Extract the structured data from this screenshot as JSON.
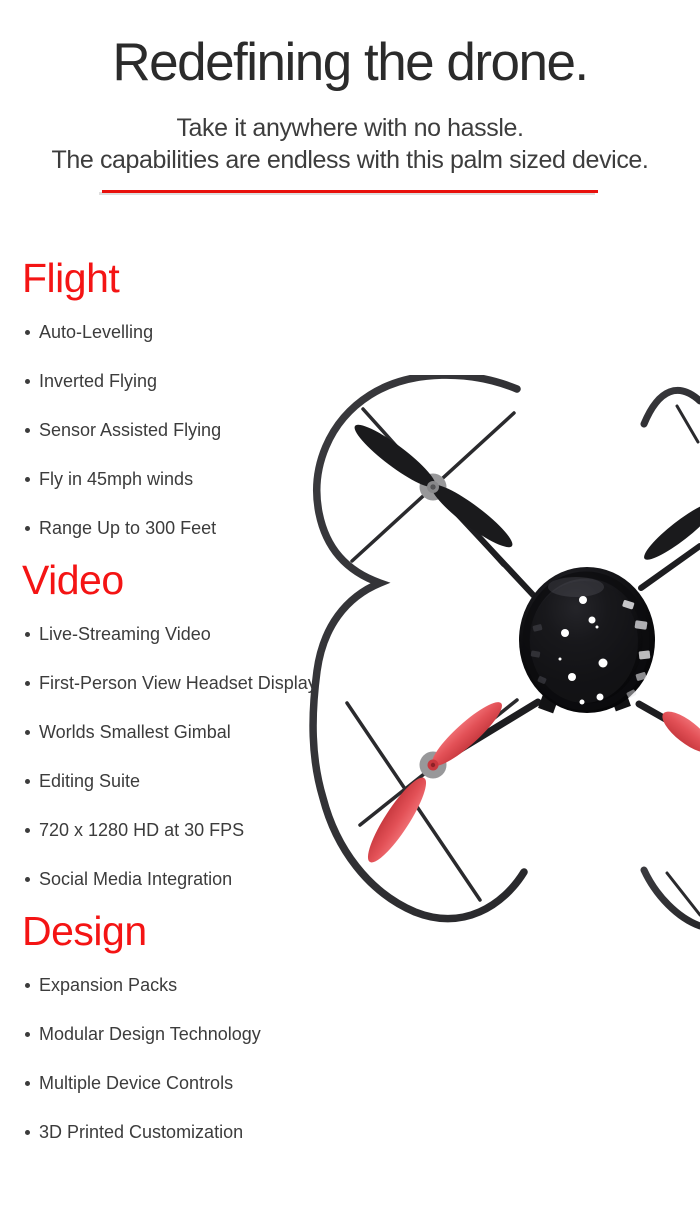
{
  "page": {
    "background": "#ffffff",
    "accent_heading_red": "#f41414",
    "divider_red": "#e8100c"
  },
  "header": {
    "title": "Redefining the drone.",
    "subtitle_line1": "Take it anywhere with no hassle.",
    "subtitle_line2": "The capabilities are endless with this palm sized device."
  },
  "sections": [
    {
      "heading": "Flight",
      "items": [
        "Auto-Levelling",
        "Inverted Flying",
        "Sensor Assisted Flying",
        "Fly in 45mph winds",
        "Range Up to 300 Feet"
      ]
    },
    {
      "heading": "Video",
      "items": [
        "Live-Streaming Video",
        "First-Person View Headset Display",
        "Worlds Smallest Gimbal",
        "Editing Suite",
        "720 x 1280 HD at 30 FPS",
        "Social Media Integration"
      ]
    },
    {
      "heading": "Design",
      "items": [
        "Expansion Packs",
        "Modular Design Technology",
        "Multiple Device Controls",
        "3D Printed Customization"
      ]
    }
  ],
  "drone_image": {
    "description": "Palm sized black quadcopter seen from above: glossy black dome body with white dots, S-shaped propeller guard frame, black top propeller, red bottom propellers, partially cropped at right edge",
    "frame_color": "#303033",
    "body_color": "#0b0b0d",
    "propeller_black": "#1a1a1c",
    "propeller_red": "#e25056",
    "hub_gray": "#98989a"
  }
}
